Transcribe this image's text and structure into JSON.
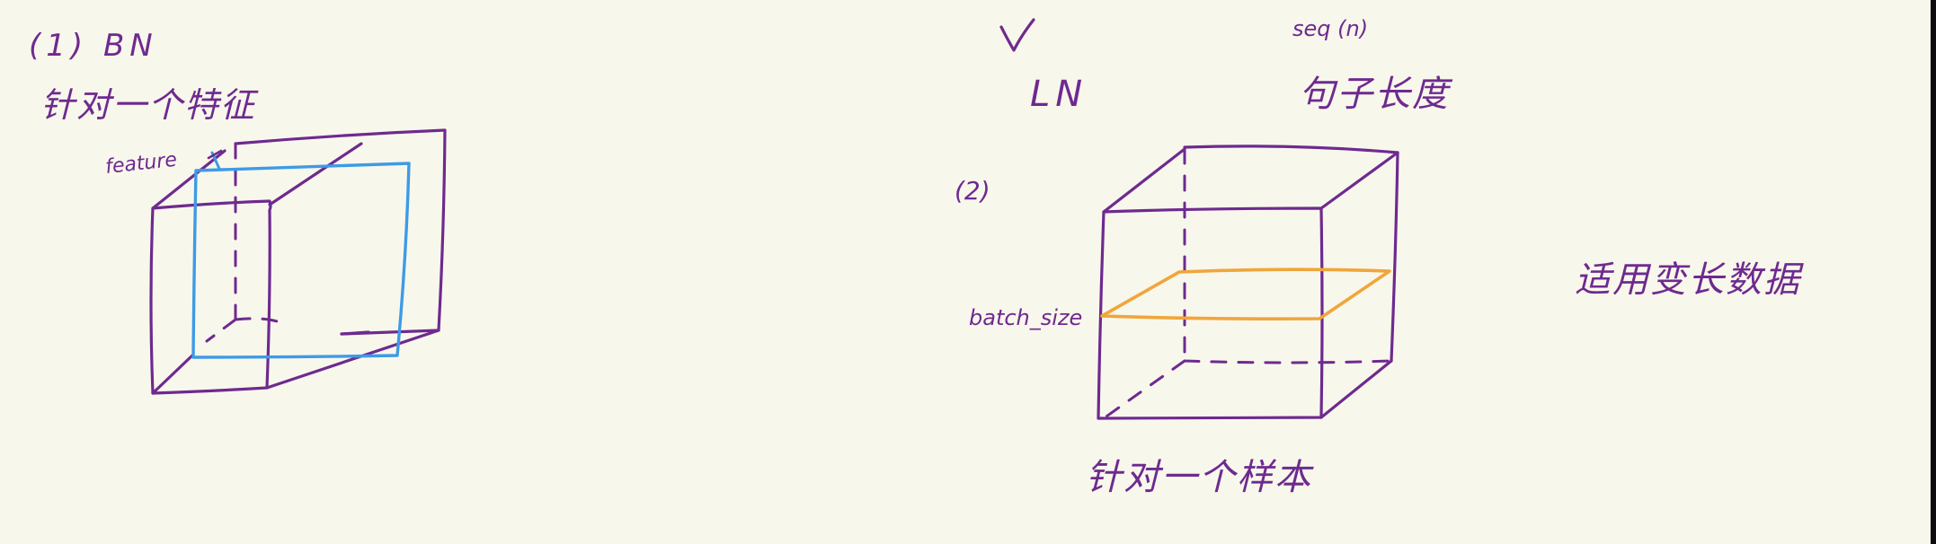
{
  "colors": {
    "background": "#f8f7ec",
    "ink_purple": "#6e2a8f",
    "ink_blue": "#3d9be6",
    "ink_orange": "#f0a63a"
  },
  "left": {
    "label": "(1) BN",
    "note": "针对一个特征",
    "axis_label": "feature"
  },
  "right": {
    "check": "✓",
    "label": "LN",
    "seq_label": "seq (n)",
    "seq_note": "句子长度",
    "index": "(2)",
    "axis_label": "batch_size",
    "note": "针对一个样本",
    "side_note": "适用变长数据"
  }
}
